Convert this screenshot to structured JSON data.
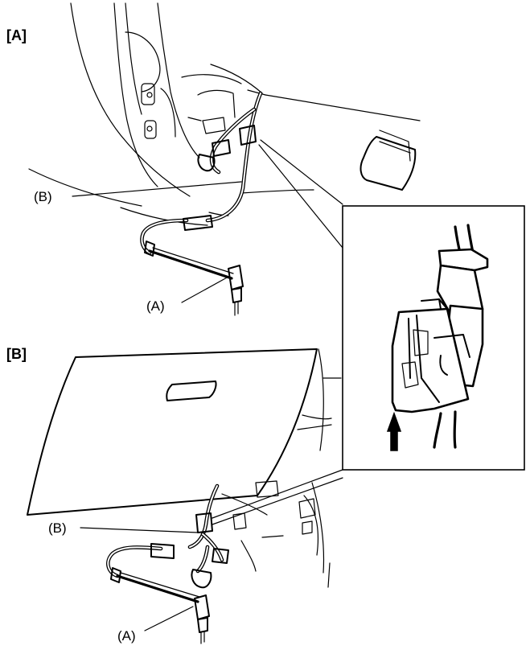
{
  "views": {
    "a": {
      "tag": "[A]"
    },
    "b": {
      "tag": "[B]"
    }
  },
  "callouts": {
    "a_harness": "(B)",
    "a_connector": "(A)",
    "b_harness": "(B)",
    "b_connector": "(A)"
  },
  "detail": {
    "indicator": "arrow-up-icon"
  },
  "colors": {
    "line": "#000000",
    "background": "#ffffff"
  }
}
